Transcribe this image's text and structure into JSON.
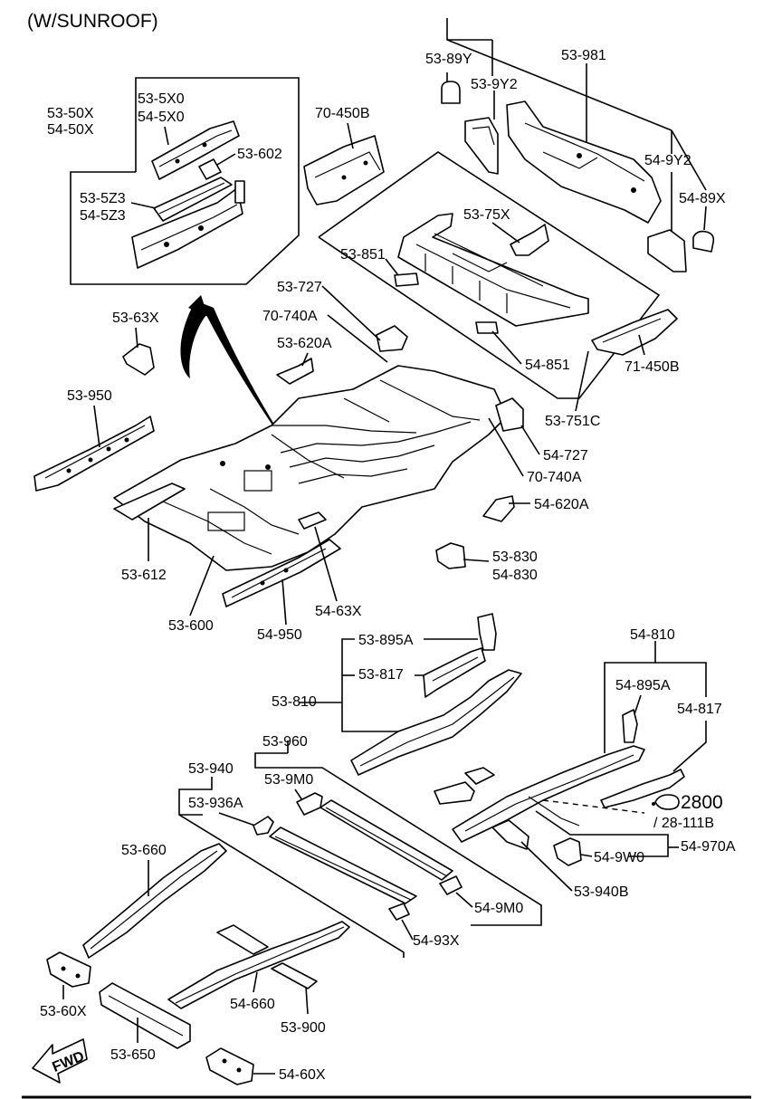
{
  "title": "(W/SUNROOF)",
  "labels": {
    "p_53_50X": "53-50X",
    "p_54_50X": "54-50X",
    "p_53_5X0": "53-5X0",
    "p_54_5X0": "54-5X0",
    "p_53_602": "53-602",
    "p_53_5Z3": "53-5Z3",
    "p_54_5Z3": "54-5Z3",
    "p_70_450B": "70-450B",
    "p_53_89Y": "53-89Y",
    "p_53_9Y2": "53-9Y2",
    "p_53_981": "53-981",
    "p_54_9Y2": "54-9Y2",
    "p_54_89X": "54-89X",
    "p_53_75X": "53-75X",
    "p_53_851": "53-851",
    "p_54_851": "54-851",
    "p_53_727": "53-727",
    "p_70_740A_top": "70-740A",
    "p_53_620A": "53-620A",
    "p_53_63X": "53-63X",
    "p_53_950": "53-950",
    "p_71_450B": "71-450B",
    "p_53_751C": "53-751C",
    "p_54_727": "54-727",
    "p_70_740A": "70-740A",
    "p_54_620A": "54-620A",
    "p_53_612": "53-612",
    "p_53_830": "53-830",
    "p_54_830": "54-830",
    "p_53_600": "53-600",
    "p_54_63X": "54-63X",
    "p_54_950": "54-950",
    "p_53_895A": "53-895A",
    "p_53_817": "53-817",
    "p_53_810": "53-810",
    "p_54_810": "54-810",
    "p_54_895A": "54-895A",
    "p_54_817": "54-817",
    "p_53_960": "53-960",
    "p_53_940": "53-940",
    "p_53_9M0": "53-9M0",
    "p_53_936A": "53-936A",
    "p_2800": "2800",
    "p_28_111B": "/ 28-111B",
    "p_54_970A": "54-970A",
    "p_54_9W0": "54-9W0",
    "p_53_660": "53-660",
    "p_53_940B": "53-940B",
    "p_54_9M0": "54-9M0",
    "p_54_93X": "54-93X",
    "p_53_60X": "53-60X",
    "p_54_660": "54-660",
    "p_53_900": "53-900",
    "p_53_650": "53-650",
    "p_54_60X": "54-60X",
    "fwd": "FWD"
  }
}
